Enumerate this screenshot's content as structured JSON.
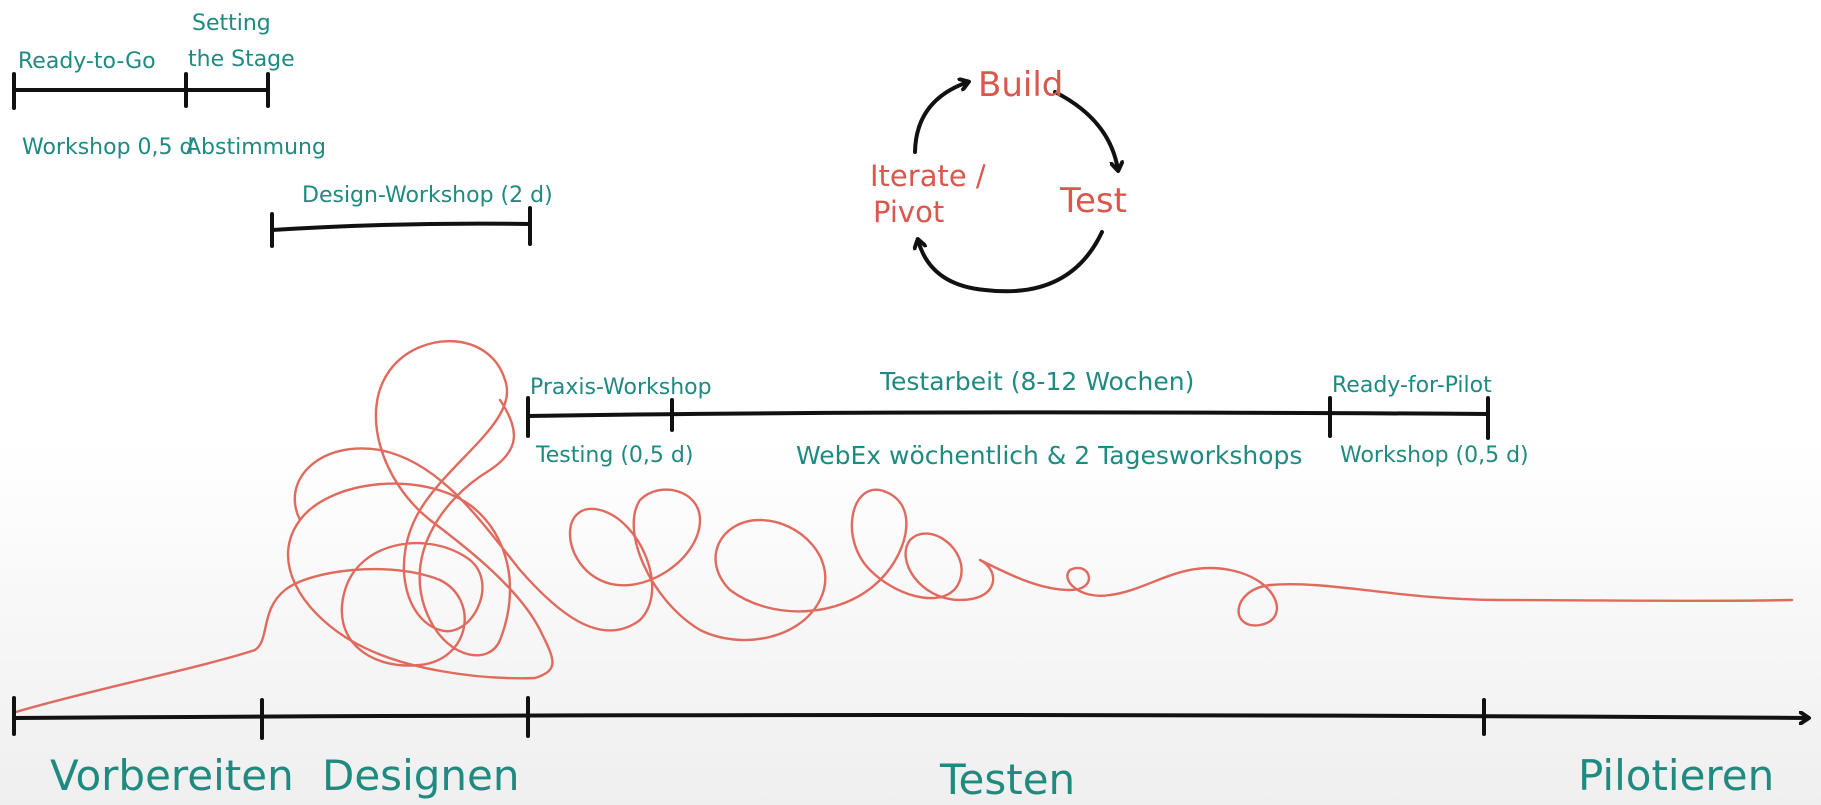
{
  "top_left": {
    "ready_to_go": "Ready-to-Go",
    "setting_stage_line1": "Setting",
    "setting_stage_line2": "the Stage",
    "workshop_05d": "Workshop 0,5 d",
    "abstimmung": "Abstimmung",
    "design_workshop": "Design-Workshop (2 d)"
  },
  "cycle": {
    "build": "Build",
    "test": "Test",
    "iterate_line1": "Iterate /",
    "iterate_line2": "Pivot"
  },
  "middle": {
    "praxis_workshop": "Praxis-Workshop",
    "testing": "Testing (0,5 d)",
    "testarbeit": "Testarbeit (8-12 Wochen)",
    "webex": "WebEx wöchentlich & 2 Tagesworkshops",
    "ready_for_pilot": "Ready-for-Pilot",
    "workshop_pilot": "Workshop (0,5 d)"
  },
  "phases": {
    "vorbereiten": "Vorbereiten",
    "designen": "Designen",
    "testen": "Testen",
    "pilotieren": "Pilotieren"
  },
  "colors": {
    "teal": "#1f8a80",
    "red": "#d9574c",
    "ink": "#111111"
  }
}
